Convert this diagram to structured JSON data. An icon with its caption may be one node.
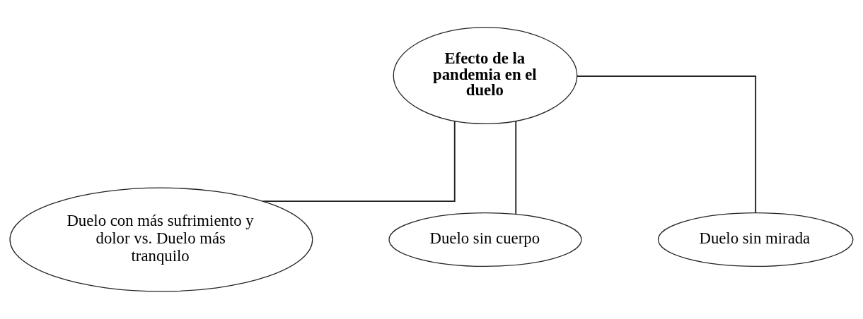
{
  "diagram": {
    "nodes": [
      {
        "text": [
          "Efecto de la pandemia en el duelo"
        ]
      },
      {
        "text": [
          "Duelo con más sufrimiento y dolor vs. Duelo más tranquilo"
        ]
      },
      {
        "text": [
          "Duelo sin cuerpo"
        ]
      },
      {
        "text": [
          "Duelo sin mirada"
        ]
      }
    ],
    "edges": [
      {
        "from": 0,
        "to": 1,
        "arrow": "none"
      },
      {
        "from": 0,
        "to": 2,
        "arrow": "none"
      },
      {
        "from": 0,
        "to": 3,
        "arrow": "none"
      }
    ]
  }
}
